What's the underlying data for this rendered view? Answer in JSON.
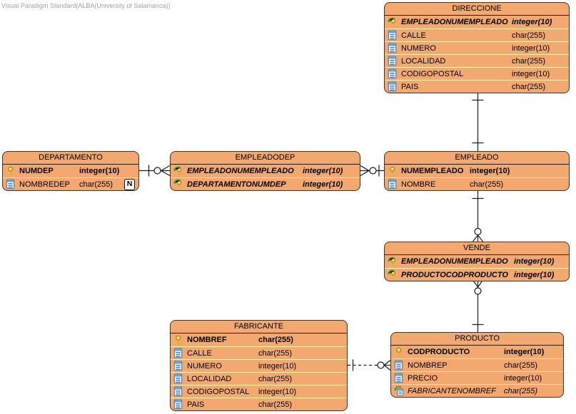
{
  "watermark": "Visual Paradigm Standard(ALBA(University of Salamanca))",
  "colors": {
    "entity_fill": "#F2A86F",
    "entity_border": "#3F342A",
    "row_divider": "#FBF2AC",
    "header_divider": "#241D15",
    "relationship_line": "#1A1A1A",
    "primary_key_gold": "#F0C62F",
    "foreign_key_arrow_green": "#2E9B33",
    "column_icon_blue": "#3C74B4",
    "watermark_gray": "#A2A2A2"
  },
  "entities": [
    {
      "name": "DIRECCIONE",
      "columns": [
        {
          "name": "EMPLEADONUMEMPLEADO",
          "type": "integer(10)",
          "key": "primary-foreign"
        },
        {
          "name": "CALLE",
          "type": "char(255)",
          "key": "none"
        },
        {
          "name": "NUMERO",
          "type": "integer(10)",
          "key": "none"
        },
        {
          "name": "LOCALIDAD",
          "type": "char(255)",
          "key": "none"
        },
        {
          "name": "CODIGOPOSTAL",
          "type": "integer(10)",
          "key": "none"
        },
        {
          "name": "PAIS",
          "type": "char(255)",
          "key": "none"
        }
      ]
    },
    {
      "name": "DEPARTAMENTO",
      "columns": [
        {
          "name": "NUMDEP",
          "type": "integer(10)",
          "key": "primary"
        },
        {
          "name": "NOMBREDEP",
          "type": "char(255)",
          "key": "none",
          "badge": "N"
        }
      ]
    },
    {
      "name": "EMPLEADODEP",
      "columns": [
        {
          "name": "EMPLEADONUMEMPLEADO",
          "type": "integer(10)",
          "key": "primary-foreign"
        },
        {
          "name": "DEPARTAMENTONUMDEP",
          "type": "integer(10)",
          "key": "primary-foreign"
        }
      ]
    },
    {
      "name": "EMPLEADO",
      "columns": [
        {
          "name": "NUMEMPLEADO",
          "type": "integer(10)",
          "key": "primary"
        },
        {
          "name": "NOMBRE",
          "type": "char(255)",
          "key": "none"
        }
      ]
    },
    {
      "name": "VENDE",
      "columns": [
        {
          "name": "EMPLEADONUMEMPLEADO",
          "type": "integer(10)",
          "key": "primary-foreign"
        },
        {
          "name": "PRODUCTOCODPRODUCTO",
          "type": "integer(10)",
          "key": "primary-foreign"
        }
      ]
    },
    {
      "name": "FABRICANTE",
      "columns": [
        {
          "name": "NOMBREF",
          "type": "char(255)",
          "key": "primary"
        },
        {
          "name": "CALLE",
          "type": "char(255)",
          "key": "none"
        },
        {
          "name": "NUMERO",
          "type": "integer(10)",
          "key": "none"
        },
        {
          "name": "LOCALIDAD",
          "type": "char(255)",
          "key": "none"
        },
        {
          "name": "CODIGOPOSTAL",
          "type": "integer(10)",
          "key": "none"
        },
        {
          "name": "PAIS",
          "type": "char(255)",
          "key": "none"
        }
      ]
    },
    {
      "name": "PRODUCTO",
      "columns": [
        {
          "name": "CODPRODUCTO",
          "type": "integer(10)",
          "key": "primary"
        },
        {
          "name": "NOMBREP",
          "type": "char(255)",
          "key": "none"
        },
        {
          "name": "PRECIO",
          "type": "integer(10)",
          "key": "none"
        },
        {
          "name": "FABRICANTENOMBREF",
          "type": "char(255)",
          "key": "foreign"
        }
      ]
    }
  ],
  "relationships": [
    {
      "from": "DIRECCIONE",
      "to": "EMPLEADO",
      "from_cardinality": "one",
      "to_cardinality": "one",
      "style": "solid"
    },
    {
      "from": "DEPARTAMENTO",
      "to": "EMPLEADODEP",
      "from_cardinality": "one",
      "to_cardinality": "zero-or-many",
      "style": "solid"
    },
    {
      "from": "EMPLEADO",
      "to": "EMPLEADODEP",
      "from_cardinality": "one",
      "to_cardinality": "zero-or-many",
      "style": "solid"
    },
    {
      "from": "EMPLEADO",
      "to": "VENDE",
      "from_cardinality": "one",
      "to_cardinality": "zero-or-many",
      "style": "solid"
    },
    {
      "from": "PRODUCTO",
      "to": "VENDE",
      "from_cardinality": "one",
      "to_cardinality": "zero-or-many",
      "style": "solid"
    },
    {
      "from": "FABRICANTE",
      "to": "PRODUCTO",
      "from_cardinality": "one",
      "to_cardinality": "zero-or-many",
      "style": "dashed"
    }
  ]
}
